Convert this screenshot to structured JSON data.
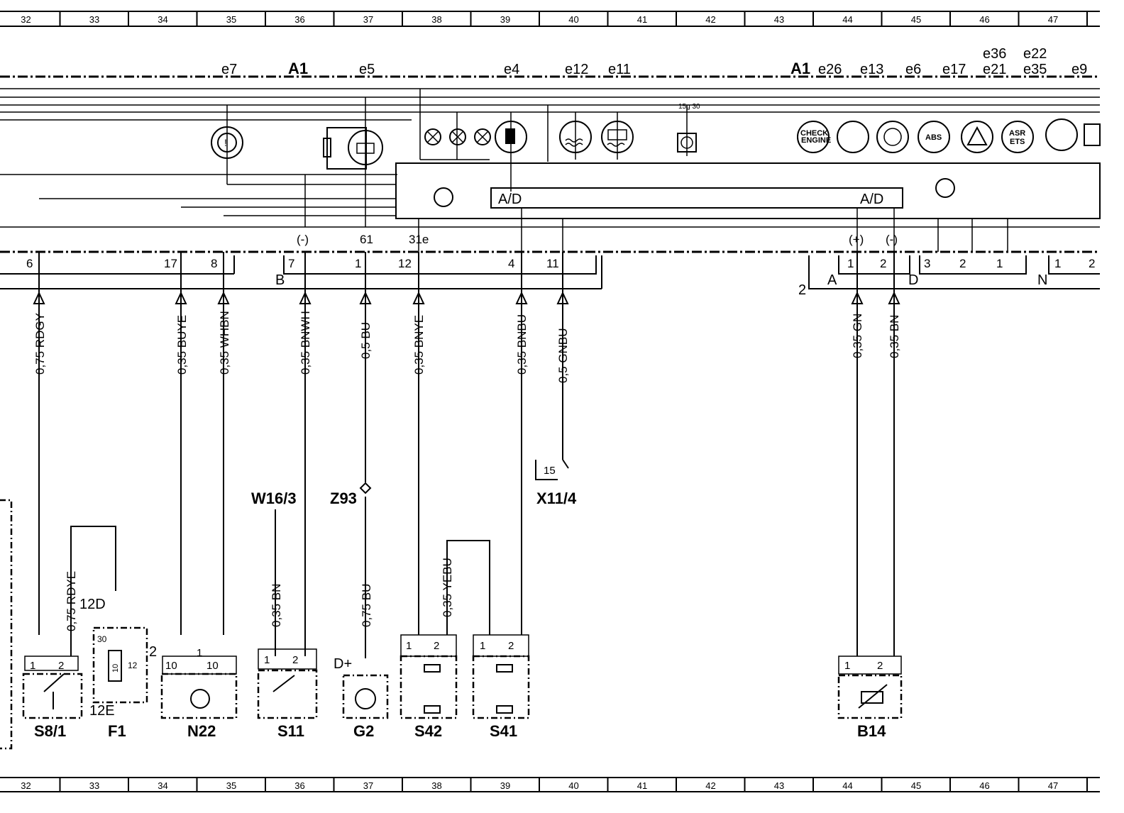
{
  "ruler": {
    "columns": [
      "32",
      "33",
      "34",
      "35",
      "36",
      "37",
      "38",
      "39",
      "40",
      "41",
      "42",
      "43",
      "44",
      "45",
      "46",
      "47"
    ]
  },
  "cluster": {
    "name": "A1",
    "indicators_left": [
      "e7",
      "e5",
      "e4",
      "e12",
      "e11"
    ],
    "indicators_right": [
      "e26",
      "e13",
      "e6",
      "e17",
      "e21",
      "e35",
      "e9"
    ],
    "indicators_upper": [
      "e36",
      "e22"
    ],
    "icon_text": {
      "check": "CHECK ENGINE",
      "abs": "ABS",
      "asr": "ASR ETS"
    },
    "ad_label": "A/D",
    "bus_label": "15g 30"
  },
  "connector_b": {
    "name": "B",
    "pins": [
      "6",
      "17",
      "8",
      "7",
      "1",
      "12",
      "4",
      "11"
    ],
    "pin_tags": [
      "(-)",
      "61",
      "31e"
    ]
  },
  "connector_a": {
    "name": "A",
    "pins": [
      "1",
      "2"
    ],
    "pin_tags": [
      "(+)",
      "(-)"
    ],
    "group": "2"
  },
  "connector_d": {
    "name": "D",
    "pins": [
      "3",
      "2",
      "1"
    ]
  },
  "connector_n": {
    "name": "N",
    "pins": [
      "1",
      "2"
    ]
  },
  "wires": [
    {
      "label": "0,75 RDGY"
    },
    {
      "label": "0,35 BUYE"
    },
    {
      "label": "0,35 WHBN"
    },
    {
      "label": "0,35 BNWH"
    },
    {
      "label": "0,5 BU"
    },
    {
      "label": "0,35 BNYE"
    },
    {
      "label": "0,35 BNBU"
    },
    {
      "label": "0,5 GNBU"
    },
    {
      "label": "0,35 GN"
    },
    {
      "label": "0,35 BN"
    }
  ],
  "lower_wires": [
    {
      "label": "0,75 RDYE"
    },
    {
      "label": "0,35 BN"
    },
    {
      "label": "0,75 BU"
    },
    {
      "label": "0,35 YEBU"
    }
  ],
  "refs": {
    "w16": "W16/3",
    "z93": "Z93",
    "x11": "X11/4",
    "x11_pin": "15",
    "dplus": "D+"
  },
  "fuse": {
    "top": "12D",
    "bottom": "12E",
    "p30": "30",
    "rating": "10",
    "p12": "12",
    "side": "2"
  },
  "components": [
    {
      "name": "S8/1",
      "pins": [
        "1",
        "2"
      ]
    },
    {
      "name": "F1"
    },
    {
      "name": "N22",
      "pins": [
        "10",
        "10"
      ],
      "extra": "1"
    },
    {
      "name": "S11",
      "pins": [
        "1",
        "2"
      ]
    },
    {
      "name": "G2"
    },
    {
      "name": "S42",
      "pins": [
        "1",
        "2"
      ]
    },
    {
      "name": "S41",
      "pins": [
        "1",
        "2"
      ]
    },
    {
      "name": "B14",
      "pins": [
        "1",
        "2"
      ]
    }
  ]
}
